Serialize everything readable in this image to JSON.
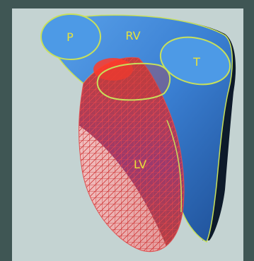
{
  "labels": {
    "p": "P",
    "rv": "RV",
    "t": "T",
    "lv": "LV"
  },
  "colors": {
    "frame": "#3f5654",
    "background": "#c4d3d2",
    "rv_surface": "#3e86d6",
    "lv_mesh": "#d23a3a",
    "outline": "#c8e05a",
    "label": "#e8e23a"
  }
}
